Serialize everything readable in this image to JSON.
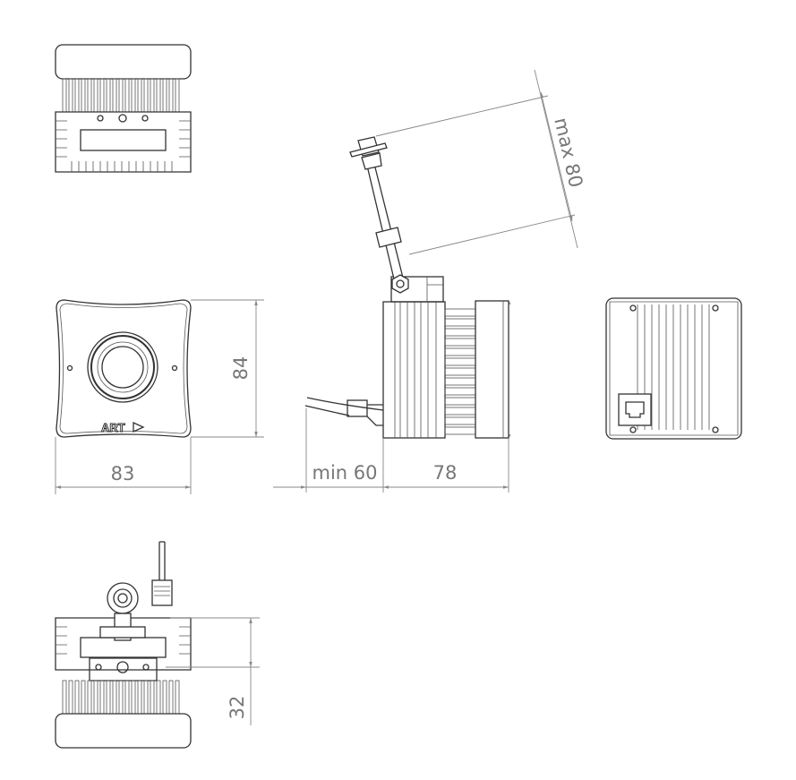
{
  "drawing": {
    "logo_text": "ART",
    "dimensions": {
      "width_front": "83",
      "height_front": "84",
      "cable_clearance": "min 60",
      "depth": "78",
      "bracket_reach": "max 80",
      "bracket_height": "32"
    },
    "line_color": "#333333",
    "dimension_color": "#888888"
  }
}
